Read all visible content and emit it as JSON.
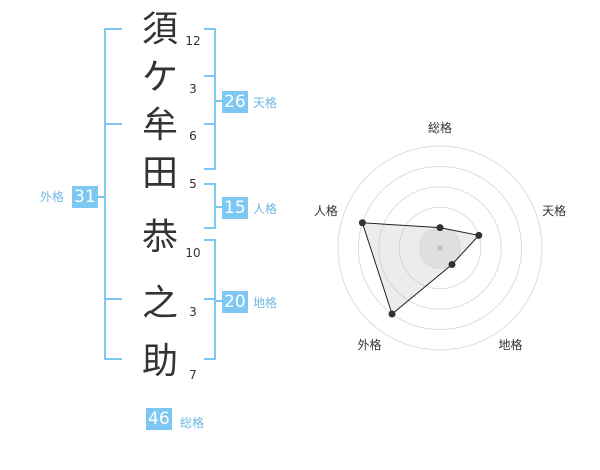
{
  "colors": {
    "accent": "#7cc8f2",
    "accent_text": "#ffffff",
    "label_text": "#6fb8e4",
    "kanji_text": "#333333"
  },
  "name": {
    "characters": [
      {
        "char": "須",
        "strokes": "12"
      },
      {
        "char": "ケ",
        "strokes": "3"
      },
      {
        "char": "牟",
        "strokes": "6"
      },
      {
        "char": "田",
        "strokes": "5"
      },
      {
        "char": "恭",
        "strokes": "10"
      },
      {
        "char": "之",
        "strokes": "3"
      },
      {
        "char": "助",
        "strokes": "7"
      }
    ]
  },
  "fortune": {
    "tenkaku": {
      "value": "26",
      "label": "天格"
    },
    "jinkaku": {
      "value": "15",
      "label": "人格"
    },
    "chikaku": {
      "value": "20",
      "label": "地格"
    },
    "gaikaku": {
      "value": "31",
      "label": "外格"
    },
    "soukaku": {
      "value": "46",
      "label": "総格"
    }
  },
  "radar": {
    "axes": [
      "総格",
      "天格",
      "地格",
      "外格",
      "人格"
    ],
    "levels": 5,
    "values": [
      1,
      2,
      1,
      4,
      4
    ],
    "max": 5
  }
}
